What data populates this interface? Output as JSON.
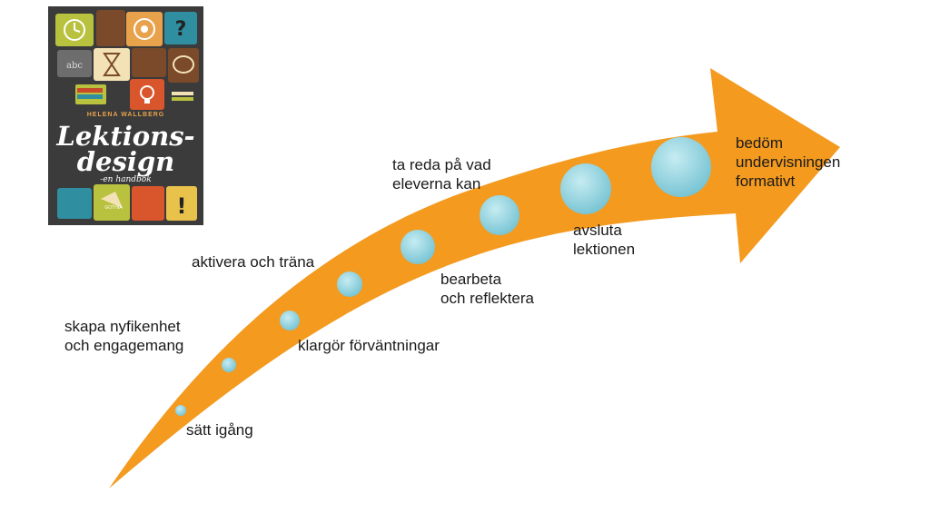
{
  "book": {
    "author": "HELENA WALLBERG",
    "title_line1": "Lektions-",
    "title_line2": "design",
    "subtitle": "-en handbok",
    "publisher": "GOTHIA"
  },
  "steps": [
    {
      "label": "sätt igång"
    },
    {
      "label": "skapa nyfikenhet\noch engagemang"
    },
    {
      "label": "klargör förväntningar"
    },
    {
      "label": "aktivera och träna"
    },
    {
      "label": "bearbeta\noch reflektera"
    },
    {
      "label": "ta reda på vad\neleverna kan"
    },
    {
      "label": "avsluta\nlektionen"
    },
    {
      "label": "bedöm\nundervisningen\nformativt"
    }
  ],
  "colors": {
    "arrow": "#f39a1f",
    "circle": "#7ec8d6",
    "circle_light": "#b3e2ea",
    "text": "#1a1a1a"
  }
}
